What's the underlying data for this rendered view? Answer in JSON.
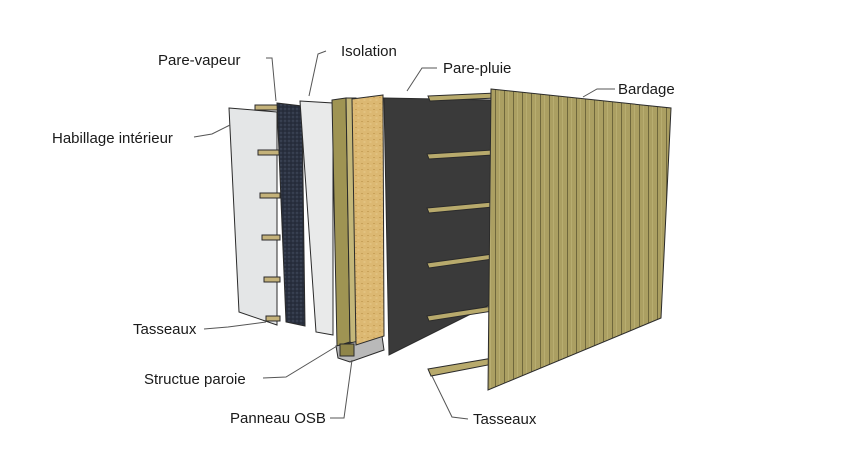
{
  "labels": {
    "pare_vapeur": "Pare-vapeur",
    "isolation": "Isolation",
    "pare_pluie": "Pare-pluie",
    "bardage": "Bardage",
    "habillage_interieur": "Habillage intérieur",
    "tasseaux_left": "Tasseaux",
    "structure_paroi": "Structue paroie",
    "panneau_osb": "Panneau OSB",
    "tasseaux_right": "Tasseaux"
  },
  "colors": {
    "habillage": "#e4e6e7",
    "pare_vapeur": "#2e3440",
    "isolation": "#e9eaea",
    "wood": "#b3a769",
    "osb": "#d9b56e",
    "pare_pluie": "#3a3a3a",
    "bardage": "#a9a062"
  }
}
